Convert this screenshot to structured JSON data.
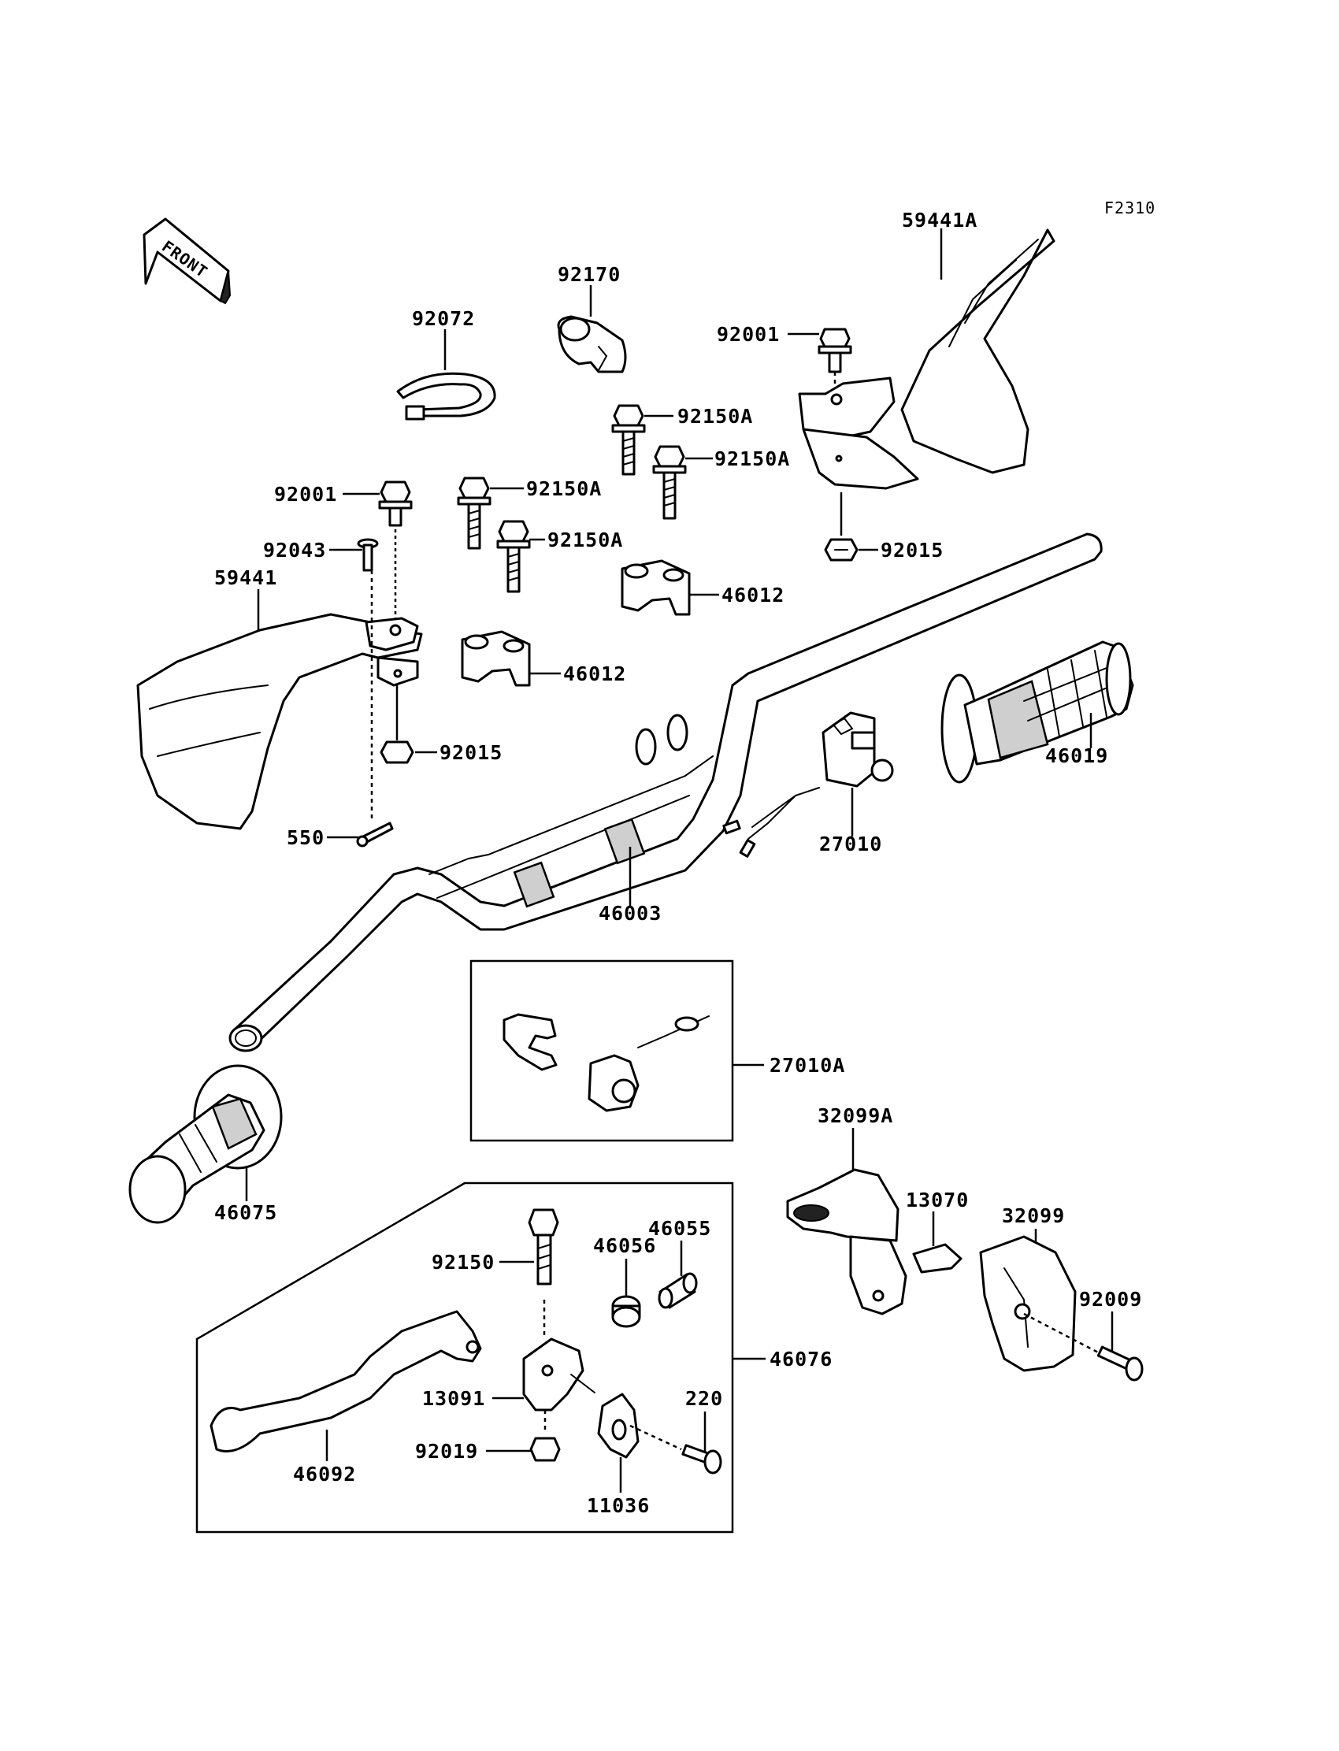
{
  "figure_code": "F2310",
  "front_indicator": "FRONT",
  "parts": [
    {
      "id": "p-59441A",
      "label": "59441A"
    },
    {
      "id": "p-92170",
      "label": "92170"
    },
    {
      "id": "p-92072",
      "label": "92072"
    },
    {
      "id": "p-92001-r",
      "label": "92001"
    },
    {
      "id": "p-92150A-1",
      "label": "92150A"
    },
    {
      "id": "p-92150A-2",
      "label": "92150A"
    },
    {
      "id": "p-92150A-3",
      "label": "92150A"
    },
    {
      "id": "p-92150A-4",
      "label": "92150A"
    },
    {
      "id": "p-92001-l",
      "label": "92001"
    },
    {
      "id": "p-92043",
      "label": "92043"
    },
    {
      "id": "p-59441",
      "label": "59441"
    },
    {
      "id": "p-92015-r",
      "label": "92015"
    },
    {
      "id": "p-46012-r",
      "label": "46012"
    },
    {
      "id": "p-46012-l",
      "label": "46012"
    },
    {
      "id": "p-92015-l",
      "label": "92015"
    },
    {
      "id": "p-46019",
      "label": "46019"
    },
    {
      "id": "p-550",
      "label": "550"
    },
    {
      "id": "p-27010",
      "label": "27010"
    },
    {
      "id": "p-46003",
      "label": "46003"
    },
    {
      "id": "p-27010A",
      "label": "27010A"
    },
    {
      "id": "p-32099A",
      "label": "32099A"
    },
    {
      "id": "p-46075",
      "label": "46075"
    },
    {
      "id": "p-13070",
      "label": "13070"
    },
    {
      "id": "p-32099",
      "label": "32099"
    },
    {
      "id": "p-46055",
      "label": "46055"
    },
    {
      "id": "p-46056",
      "label": "46056"
    },
    {
      "id": "p-92150",
      "label": "92150"
    },
    {
      "id": "p-92009",
      "label": "92009"
    },
    {
      "id": "p-46076",
      "label": "46076"
    },
    {
      "id": "p-220",
      "label": "220"
    },
    {
      "id": "p-13091",
      "label": "13091"
    },
    {
      "id": "p-92019",
      "label": "92019"
    },
    {
      "id": "p-46092",
      "label": "46092"
    },
    {
      "id": "p-11036",
      "label": "11036"
    }
  ]
}
